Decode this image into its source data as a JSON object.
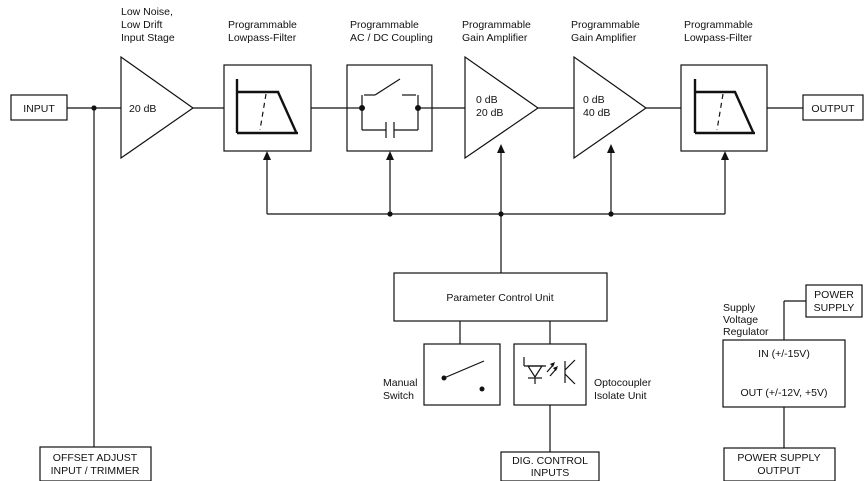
{
  "captions": {
    "input_stage": [
      "Low Noise,",
      "Low Drift",
      "Input Stage"
    ],
    "lowpass_1": [
      "Programmable",
      "Lowpass-Filter"
    ],
    "coupling": [
      "Programmable",
      "AC / DC Coupling"
    ],
    "gain_1": [
      "Programmable",
      "Gain Amplifier"
    ],
    "gain_2": [
      "Programmable",
      "Gain Amplifier"
    ],
    "lowpass_2": [
      "Programmable",
      "Lowpass-Filter"
    ]
  },
  "blocks": {
    "input": "INPUT",
    "output": "OUTPUT",
    "input_amp_gain": "20 dB",
    "gain_1": [
      "0 dB",
      "20 dB"
    ],
    "gain_2": [
      "0 dB",
      "40 dB"
    ],
    "control_unit": "Parameter Control Unit",
    "manual_switch": [
      "Manual",
      "Switch"
    ],
    "optocoupler": [
      "Optocoupler",
      "Isolate Unit"
    ],
    "dig_control": [
      "DIG. CONTROL",
      "INPUTS"
    ],
    "offset": [
      "OFFSET ADJUST",
      "INPUT / TRIMMER"
    ],
    "power_supply": [
      "POWER",
      "SUPPLY"
    ],
    "regulator_label": [
      "Supply",
      "Voltage",
      "Regulator"
    ],
    "regulator": [
      "IN (+/-15V)",
      "OUT (+/-12V, +5V)"
    ],
    "power_output": [
      "POWER SUPPLY",
      "OUTPUT"
    ]
  }
}
